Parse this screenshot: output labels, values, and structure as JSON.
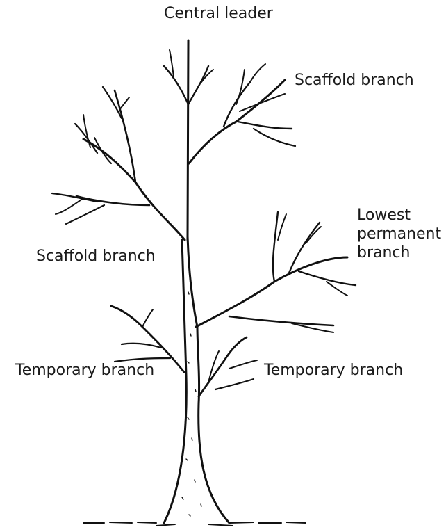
{
  "labels": {
    "central_leader": "Central leader",
    "scaffold_branch_right": "Scaffold branch",
    "scaffold_branch_left": "Scaffold branch",
    "lowest_permanent_branch": [
      "Lowest",
      "permanent",
      "branch"
    ],
    "temporary_branch_left": "Temporary branch",
    "temporary_branch_right": "Temporary branch"
  },
  "colors": {
    "ink": "#111111",
    "background": "#ffffff"
  }
}
